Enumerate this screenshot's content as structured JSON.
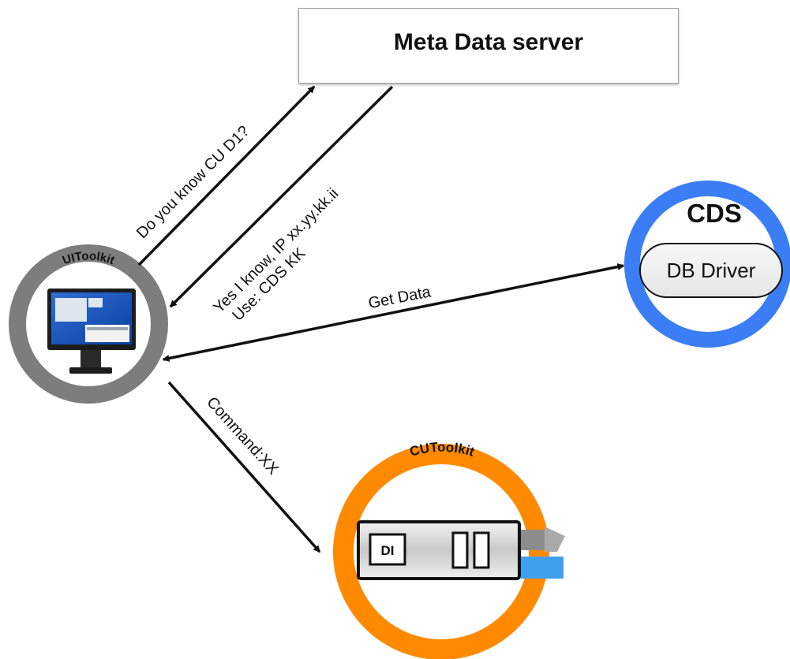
{
  "nodes": {
    "meta_server": {
      "label": "Meta Data server"
    },
    "ui_toolkit": {
      "label": "UIToolkit",
      "ring_color": "#7d7d7d"
    },
    "cds": {
      "label": "CDS",
      "ring_color": "#3a7df5",
      "driver_label": "DB Driver"
    },
    "cu_toolkit": {
      "label": "CUToolkit",
      "ring_color": "#ff8a00",
      "device_label": "DI"
    }
  },
  "edges": {
    "query": {
      "label": "Do you know CU D1?"
    },
    "reply": {
      "line1": "Yes I know, IP xx.yy.kk.ii",
      "line2": "Use: CDS KK"
    },
    "get_data": {
      "label": "Get Data"
    },
    "command": {
      "label": "Command:XX"
    }
  }
}
